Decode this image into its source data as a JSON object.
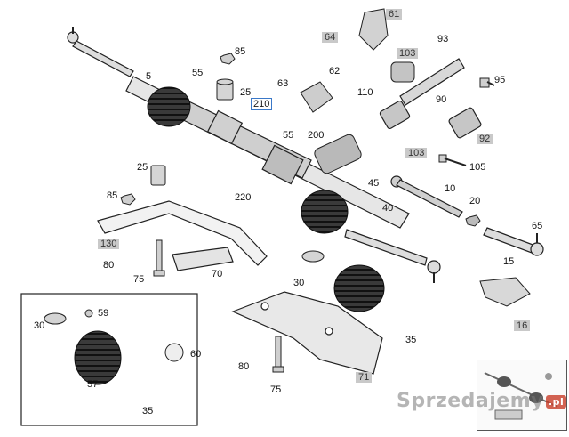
{
  "labels": {
    "l5": "5",
    "l85a": "85",
    "l55a": "55",
    "l25a": "25",
    "l63": "63",
    "l62": "62",
    "l64": "64",
    "l61": "61",
    "l103": "103",
    "l93": "93",
    "l95": "95",
    "l110": "110",
    "l90": "90",
    "l92": "92",
    "l105": "105",
    "l103b": "103",
    "l210": "210",
    "l55b": "55",
    "l200": "200",
    "l25b": "25",
    "l85b": "85",
    "l220": "220",
    "l45": "45",
    "l40": "40",
    "l10": "10",
    "l20": "20",
    "l65": "65",
    "l15": "15",
    "l130": "130",
    "l80a": "80",
    "l75a": "75",
    "l70": "70",
    "l30a": "30",
    "l16": "16",
    "l59": "59",
    "l30b": "30",
    "l60": "60",
    "l57": "57",
    "l35a": "35",
    "l35b": "35",
    "l80b": "80",
    "l75b": "75",
    "l71": "71"
  },
  "watermark": {
    "text": "Sprzedajemy",
    "suffix": ".pl"
  }
}
